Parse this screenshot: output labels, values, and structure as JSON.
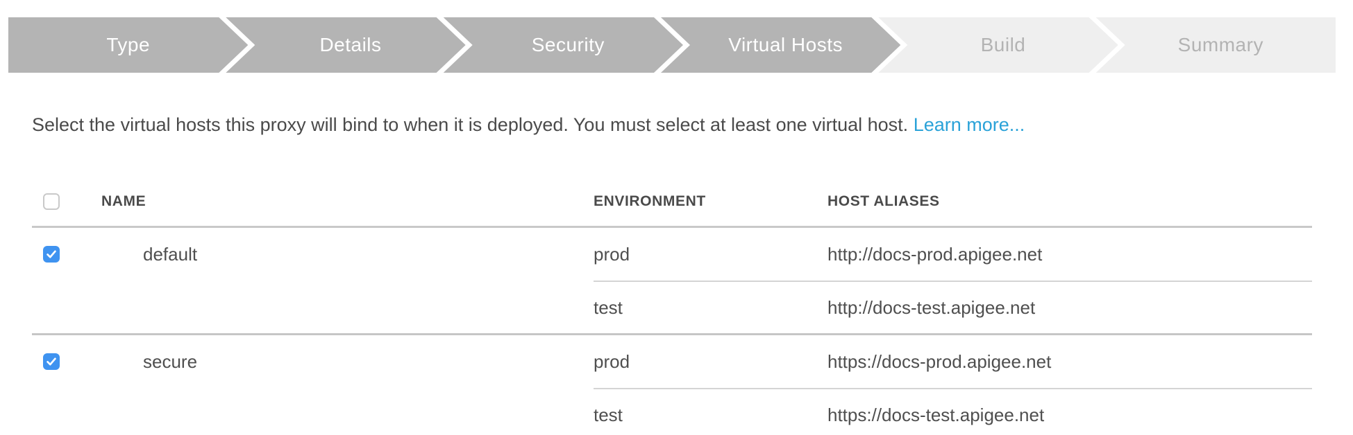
{
  "stepper": {
    "steps": [
      {
        "label": "Type",
        "state": "active"
      },
      {
        "label": "Details",
        "state": "active"
      },
      {
        "label": "Security",
        "state": "active"
      },
      {
        "label": "Virtual Hosts",
        "state": "active"
      },
      {
        "label": "Build",
        "state": "inactive"
      },
      {
        "label": "Summary",
        "state": "inactive"
      }
    ],
    "colors": {
      "active_bg": "#b4b4b4",
      "active_text": "#ffffff",
      "inactive_bg": "#efefef",
      "inactive_text": "#b3b3b3"
    }
  },
  "instruction": {
    "text": "Select the virtual hosts this proxy will bind to when it is deployed. You must select at least one virtual host.",
    "link_label": "Learn more...",
    "link_color": "#2aa2d8"
  },
  "table": {
    "headers": {
      "name": "NAME",
      "environment": "ENVIRONMENT",
      "host_aliases": "HOST ALIASES"
    },
    "select_all_checked": false,
    "checkbox_checked_color": "#3f93f0",
    "groups": [
      {
        "name": "default",
        "checked": true,
        "hosts": [
          {
            "environment": "prod",
            "host_alias": "http://docs-prod.apigee.net"
          },
          {
            "environment": "test",
            "host_alias": "http://docs-test.apigee.net"
          }
        ]
      },
      {
        "name": "secure",
        "checked": true,
        "hosts": [
          {
            "environment": "prod",
            "host_alias": "https://docs-prod.apigee.net"
          },
          {
            "environment": "test",
            "host_alias": "https://docs-test.apigee.net"
          }
        ]
      }
    ]
  }
}
